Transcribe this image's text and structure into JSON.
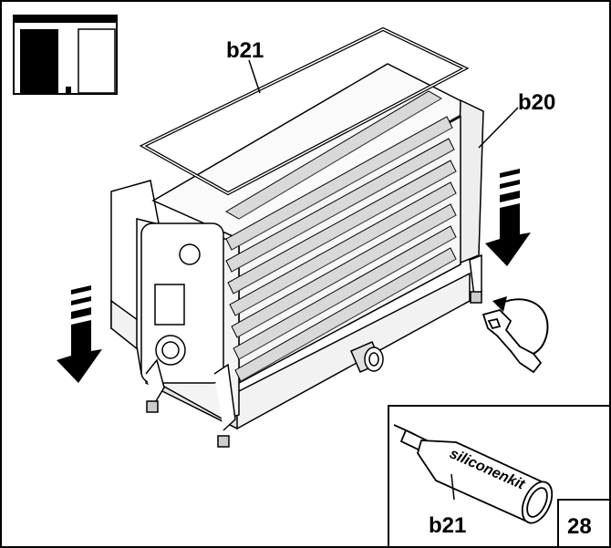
{
  "labels": {
    "gasket_top": "b21",
    "side_panel": "b20",
    "sealant_tube": "b21"
  },
  "inset": {
    "tube_text": "siliconenkit"
  },
  "figure_number": "28"
}
